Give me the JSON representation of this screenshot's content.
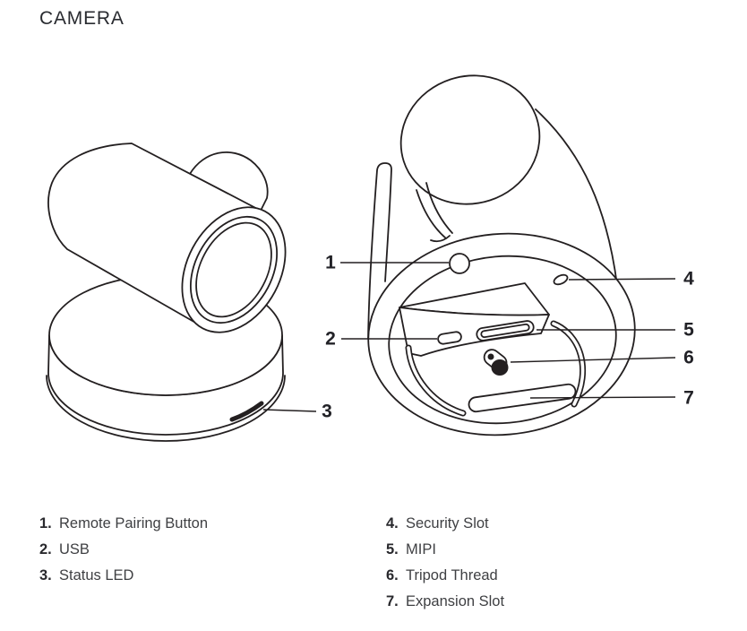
{
  "page": {
    "title": "CAMERA",
    "background": "#ffffff"
  },
  "diagram": {
    "line_color": "#231f20",
    "views": [
      "camera-front-three-quarter-view",
      "camera-bottom-view"
    ],
    "callout_numbers": [
      "1",
      "2",
      "3",
      "4",
      "5",
      "6",
      "7"
    ]
  },
  "legend": {
    "left_column": [
      {
        "number": "1.",
        "label": "Remote Pairing Button"
      },
      {
        "number": "2.",
        "label": "USB"
      },
      {
        "number": "3.",
        "label": "Status LED"
      }
    ],
    "right_column": [
      {
        "number": "4.",
        "label": "Security Slot"
      },
      {
        "number": "5.",
        "label": "MIPI"
      },
      {
        "number": "6.",
        "label": "Tripod Thread"
      },
      {
        "number": "7.",
        "label": "Expansion Slot"
      }
    ]
  }
}
